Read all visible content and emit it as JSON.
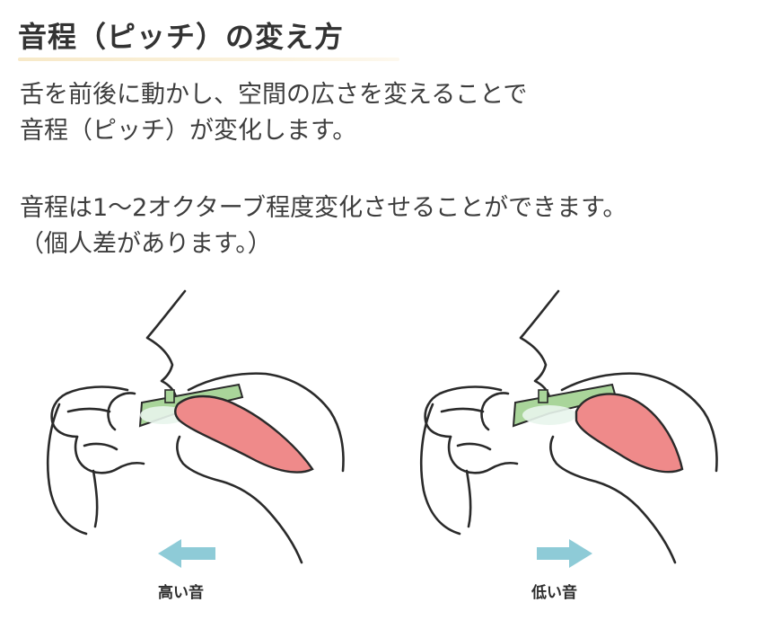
{
  "title": "音程（ピッチ）の変え方",
  "paragraphs": {
    "p1_line1": "舌を前後に動かし、空間の広さを変えることで",
    "p1_line2": "音程（ピッチ）が変化します。",
    "p2_line1": "音程は1〜2オクターブ程度変化させることができます。",
    "p2_line2": "（個人差があります。）"
  },
  "captions": {
    "high": "高い音",
    "low": "低い音"
  },
  "colors": {
    "tongue": "#ef8a8a",
    "device": "#a9d59a",
    "arrow": "#8ecbd7",
    "outline": "#2a2a2a"
  },
  "icons": {
    "left_arrow": "arrow-left-icon",
    "right_arrow": "arrow-right-icon"
  }
}
